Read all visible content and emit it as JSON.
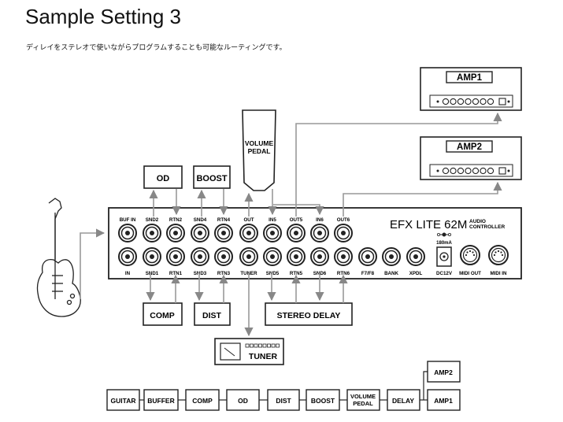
{
  "header": {
    "title": "Sample Setting 3",
    "subtitle": "ディレイをステレオで使いながらプログラムすることも可能なルーティングです。"
  },
  "device": {
    "name": "EFX LITE 62M",
    "subtitle_line1": "AUDIO",
    "subtitle_line2": "CONTROLLER",
    "top_jacks": [
      "BUF IN",
      "SND2",
      "RTN2",
      "SND4",
      "RTN4",
      "OUT",
      "IN5",
      "OUT5",
      "IN6",
      "OUT6"
    ],
    "bottom_jacks": [
      "IN",
      "SND1",
      "RTN1",
      "SND3",
      "RTN3",
      "TUNER",
      "SND5",
      "RTN5",
      "SND6",
      "RTN6",
      "F7/F8",
      "BANK",
      "XPDL",
      "DC12V",
      "MIDI OUT",
      "MIDI IN"
    ],
    "power_label": "180mA"
  },
  "effects": {
    "od": "OD",
    "boost": "BOOST",
    "volume_pedal_line1": "VOLUME",
    "volume_pedal_line2": "PEDAL",
    "comp": "COMP",
    "dist": "DIST",
    "stereo_delay": "STEREO DELAY",
    "tuner": "TUNER"
  },
  "amps": {
    "amp1": "AMP1",
    "amp2": "AMP2"
  },
  "chain": {
    "items": [
      "GUITAR",
      "BUFFER",
      "COMP",
      "OD",
      "DIST",
      "BOOST"
    ],
    "volume_line1": "VOLUME",
    "volume_line2": "PEDAL",
    "delay": "DELAY",
    "amp1": "AMP1",
    "amp2": "AMP2"
  }
}
